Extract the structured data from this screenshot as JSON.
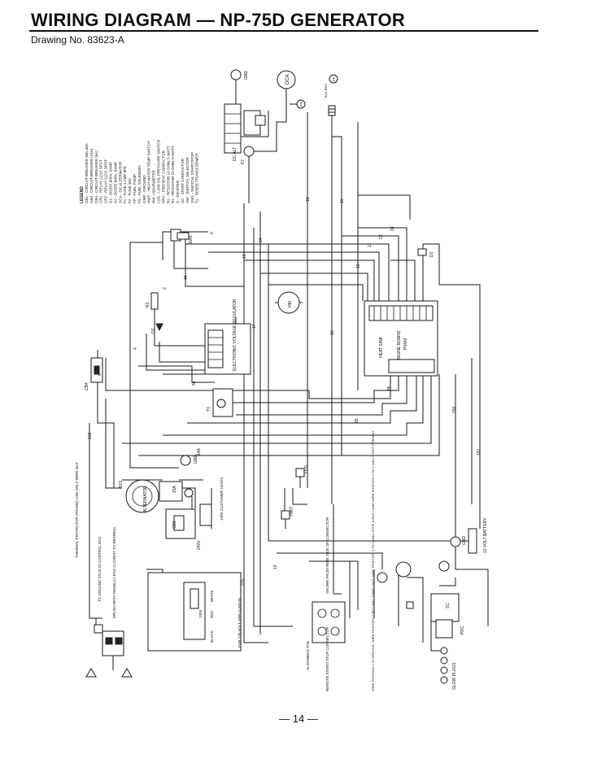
{
  "header": {
    "title": "WIRING DIAGRAM — NP-75D GENERATOR",
    "drawing_no": "Drawing No. 83623-A"
  },
  "footer": {
    "page": "— 14 —"
  },
  "legend": {
    "heading": "LEGEND",
    "items": [
      "CB1 - CIRCUIT BREAKER 30A,30A",
      "CB3 - CIRCUIT BREAKER (10A)",
      "CB4 - CIRCUIT BREAKER (5A)",
      "CR1 - RELAY (12V) SPST",
      "CR2 - RELAY (12V) DPDT",
      "D1 - DIODE 600V, 6AMP",
      "D2 - DIODE 600V, 6AMP",
      "DCA - DC ALTERNATOR",
      "F1 - FUSE 1 AMP 8FE",
      "F2 - FUSE 30A",
      "FP - FUEL PUMP",
      "FS - FUEL SOLENOID",
      "GND - GROUND",
      "HWT - HIGH WATER TEMP SWITCH",
      "HM - HOURMETER",
      "LOS - LOW OIL PRESSURE SWITCH",
      "PRC - PREHEAT CONTACTOR",
      "R1 - RESISTOR 10 OHM, 5 WATT",
      "R2 - RESISTOR 10 OHM, 5 WATT",
      "S - STARTER",
      "SC - START CONTACTOR",
      "SW - SWITCH, SELECTOR",
      "SW1 - SWITCH, START/STOP",
      "T1 - SENSE TRANSFORMER"
    ]
  },
  "components": {
    "gnd": "GND",
    "dca": "DCA",
    "fs": "FS",
    "fp": "FP",
    "blk_red": "BLK RED",
    "dc_alt": "DC ALT",
    "f2": "F2",
    "sw1": "SW1",
    "hm": "HM",
    "r2": "R2",
    "d2": "D2",
    "d1": "D1",
    "cb4": "CB4",
    "regulator": "ELECTRONIC VOLTAGE REGULATOR",
    "heat_sink": "HEAT SINK",
    "board": "ENGINE BOARD",
    "board_no": "P0442",
    "t1": "T1",
    "alternator": "ALTERNATOR",
    "cb1": "CB1",
    "los": "LOS",
    "hwt": "HWT",
    "battery": "12 VOLT BATTERY",
    "sc": "SC",
    "prc": "PRC",
    "glow": "GLOW PLUGS",
    "thermal": "THERMAL PROTECTOR (FRAME) USE ONLY WIRE NUT",
    "ground_stud": "TO GROUND STUD IN CONTROL BOX",
    "brush": "BRUSH WITH REDBLU LEAD CLOSEST TO BEARING",
    "cust_120": "120V CUSTOMER LEADS",
    "v240": "240V",
    "v120": "120V",
    "app120": "FOR 120 VOLT APPLICATION",
    "black": "BLACK",
    "red": "RED",
    "white": "WHITE",
    "shown": "SHOWN FROM WIRE SIDE OF CONNECTOR",
    "alignment": "ALIGNMENT TAB",
    "remote": "REMOTE START/ STOP CONNECTOR",
    "plug": "WIRE POSITION 1 IS GROUND, WIRE POSITION 2 TO 1 WILL START UNIT, WIRE POSITION 3 TO 1 WILL STOP, A RUN LAMP WIRE POSITION 4 TO 1 WILL START PREHEAT"
  },
  "wires": [
    "13",
    "14",
    "17",
    "18",
    "15",
    "16",
    "19",
    "11",
    "22",
    "33",
    "44",
    "0",
    "2",
    "4",
    "6",
    "56",
    "85",
    "86",
    "150",
    "157",
    "15A",
    "14A",
    "S1S",
    "162",
    "315",
    "13"
  ]
}
